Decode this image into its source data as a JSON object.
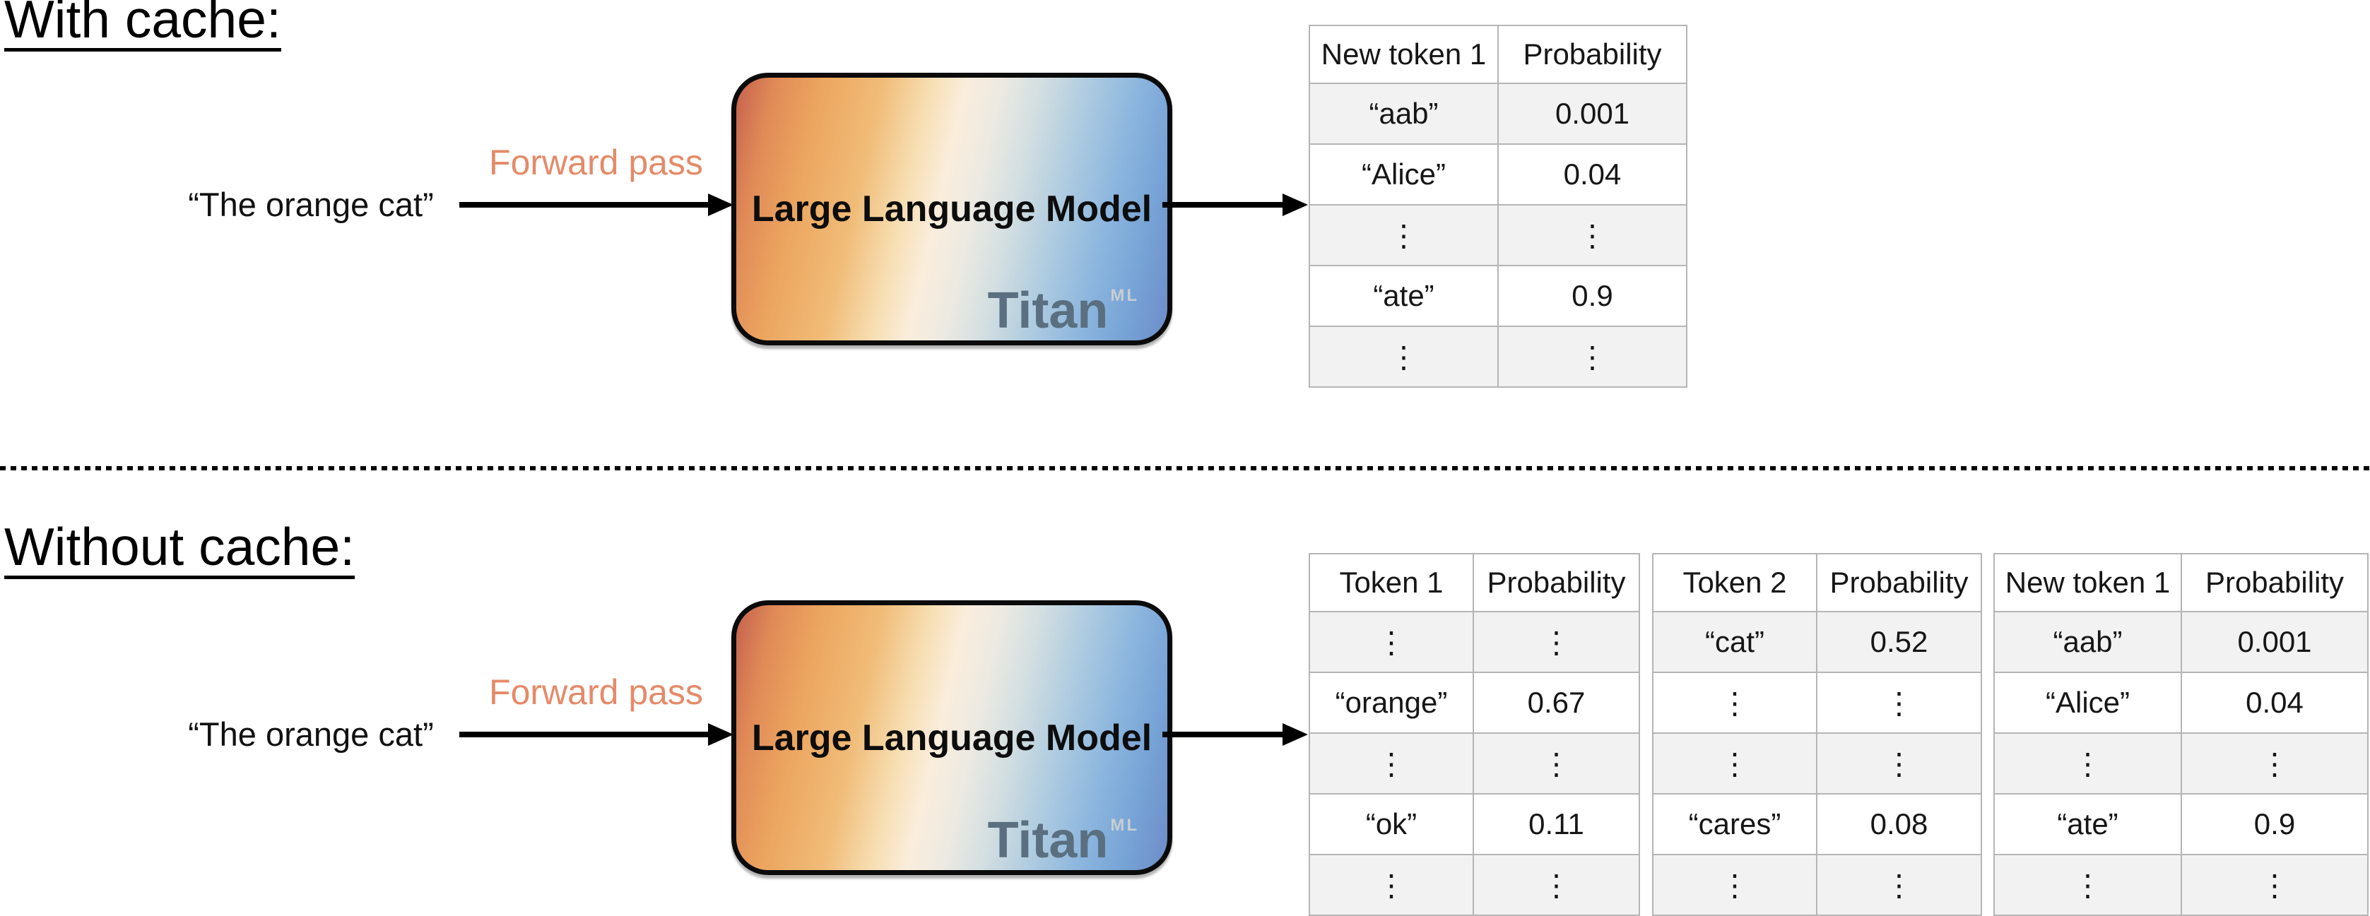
{
  "colors": {
    "accent_orange": "#E58A68",
    "row_alt": "#F2F2F2",
    "table_border": "#B5B5B5",
    "logo_gray": "#5A6F7F",
    "logo_suffix_gray": "#C8CED3",
    "box_border": "#0B0B0B",
    "box_gradient": [
      "#C4604E 0%",
      "#E08A57 8%",
      "#ECA660 18%",
      "#F0BC78 30%",
      "#F7DFB4 40%",
      "#FAEDDC 47%",
      "#EDEAE2 54%",
      "#D4DFE1 62%",
      "#AECBE0 72%",
      "#8CB6DE 82%",
      "#76A3D6 91%",
      "#6E8CC8 100%"
    ]
  },
  "with_cache": {
    "title": "With cache:",
    "input_text": "“The orange cat”",
    "arrow_label": "Forward pass",
    "model": {
      "label": "Large Language Model",
      "brand": "Titan",
      "brand_suffix": "ML"
    },
    "table": {
      "headers": [
        "New token 1",
        "Probability"
      ],
      "rows": [
        [
          "“aab”",
          "0.001"
        ],
        [
          "“Alice”",
          "0.04"
        ],
        [
          "⋮",
          "⋮"
        ],
        [
          "“ate”",
          "0.9"
        ],
        [
          "⋮",
          "⋮"
        ]
      ]
    }
  },
  "without_cache": {
    "title": "Without cache:",
    "input_text": "“The orange cat”",
    "arrow_label": "Forward pass",
    "model": {
      "label": "Large Language Model",
      "brand": "Titan",
      "brand_suffix": "ML"
    },
    "tables": [
      {
        "headers": [
          "Token 1",
          "Probability"
        ],
        "rows": [
          [
            "⋮",
            "⋮"
          ],
          [
            "“orange”",
            "0.67"
          ],
          [
            "⋮",
            "⋮"
          ],
          [
            "“ok”",
            "0.11"
          ],
          [
            "⋮",
            "⋮"
          ]
        ]
      },
      {
        "headers": [
          "Token 2",
          "Probability"
        ],
        "rows": [
          [
            "“cat”",
            "0.52"
          ],
          [
            "⋮",
            "⋮"
          ],
          [
            "⋮",
            "⋮"
          ],
          [
            "“cares”",
            "0.08"
          ],
          [
            "⋮",
            "⋮"
          ]
        ]
      },
      {
        "headers": [
          "New token 1",
          "Probability"
        ],
        "rows": [
          [
            "“aab”",
            "0.001"
          ],
          [
            "“Alice”",
            "0.04"
          ],
          [
            "⋮",
            "⋮"
          ],
          [
            "“ate”",
            "0.9"
          ],
          [
            "⋮",
            "⋮"
          ]
        ]
      }
    ]
  }
}
